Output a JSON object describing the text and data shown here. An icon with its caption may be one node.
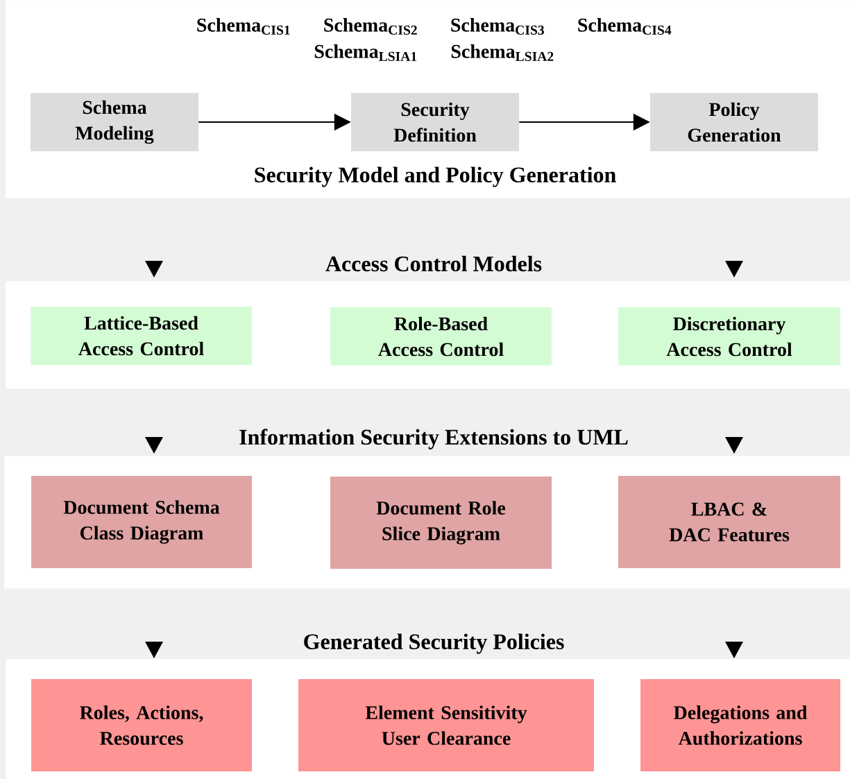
{
  "diagram": {
    "nodes": [
      {
        "text": [
          "Security Model and Policy Generation"
        ]
      },
      {
        "text": [
          "Schema Modeling"
        ],
        "in": 0
      },
      {
        "text": [
          "Security Definition"
        ],
        "in": 0
      },
      {
        "text": [
          "Policy Generation"
        ],
        "in": 0
      },
      {
        "text": [
          "Access Control Models"
        ]
      },
      {
        "text": [
          "Lattice-Based Access Control"
        ],
        "in": 4
      },
      {
        "text": [
          "Role-Based Access Control"
        ],
        "in": 4
      },
      {
        "text": [
          "Discretionary Access Control"
        ],
        "in": 4
      },
      {
        "text": [
          "Information Security Extensions to UML"
        ]
      },
      {
        "text": [
          "Document Schema Class Diagram"
        ],
        "in": 8
      },
      {
        "text": [
          "Document Role Slice Diagram"
        ],
        "in": 8
      },
      {
        "text": [
          "LBAC & DAC Features"
        ],
        "in": 8
      },
      {
        "text": [
          "Generated Security Policies"
        ]
      },
      {
        "text": [
          "Roles, Actions, Resources"
        ],
        "in": 12
      },
      {
        "text": [
          "Element Sensitivity User Clearance"
        ],
        "in": 12
      },
      {
        "text": [
          "Delegations and Authorizations"
        ],
        "in": 12
      }
    ],
    "edges": [
      {
        "from": 1,
        "to": 2,
        "arrow": "to"
      },
      {
        "from": 2,
        "to": 3,
        "arrow": "to"
      }
    ],
    "labels": [
      "Schema$_{CIS1}$",
      "Schema$_{CIS2}$",
      "Schema$_{CIS3}$",
      "Schema$_{CIS4}$",
      "Schema$_{LSIA1}$",
      "Schema$_{LSIA2}$"
    ]
  }
}
